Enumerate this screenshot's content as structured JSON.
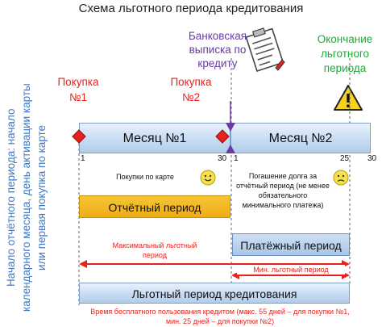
{
  "title": "Схема льготного периода кредитования",
  "purchase1": "Покупка №1",
  "purchase2": "Покупка №2",
  "statement": "Банковская выписка по кредиту",
  "end_grace": "Окончание льготного периода",
  "side_note": "Начало отчётного периода: начало календарного месяца, день активации карты или первая покупка по карте",
  "month1": "Месяц №1",
  "month2": "Месяц №2",
  "ticks": {
    "m1_start": "1",
    "m1_end": "30",
    "m2_start": "1",
    "m2_mid": "25",
    "m2_end": "30"
  },
  "purchases_by_card": "Покупки по карте",
  "repayment": "Погашение долга за отчётный период (не менее обязательного минимального платежа)",
  "reporting_period": "Отчётный период",
  "payment_period": "Платёжный период",
  "max_grace": "Максимальный льготный период",
  "min_grace": "Мин. льготный период",
  "grace_period": "Льготный период кредитования",
  "footer": "Время бесплатного пользования кредитом (макс. 55 дней – для покупки №1, мин. 25 дней – для покупки №2)",
  "colors": {
    "red": "#e8211c",
    "blue": "#3b79c9",
    "green": "#1faa3a",
    "orange": "#f2b51c",
    "purple": "#6a3aa5"
  }
}
